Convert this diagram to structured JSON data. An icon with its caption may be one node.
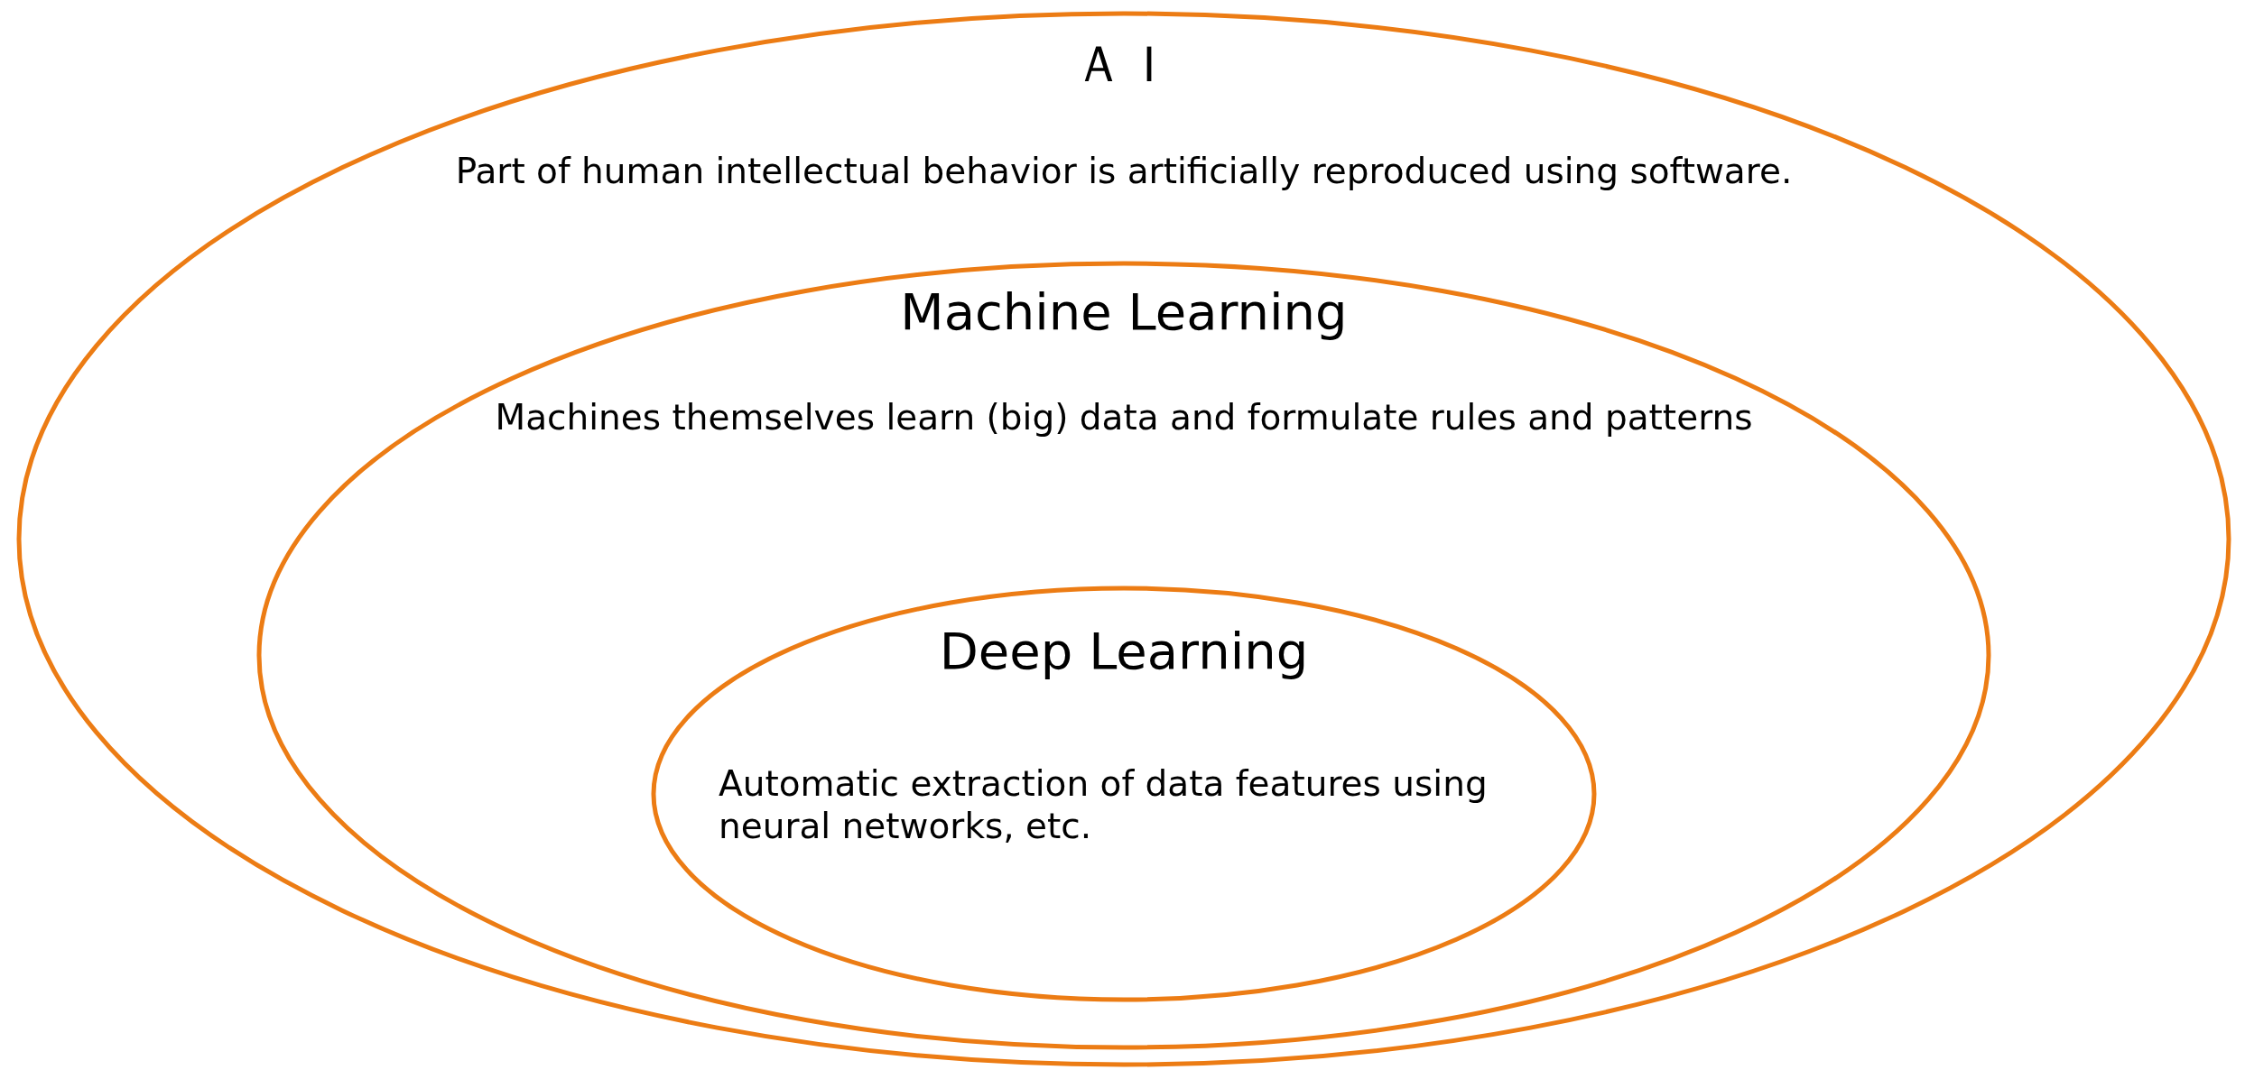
{
  "diagram": {
    "nodes": [
      {
        "text": [
          "ＡＩ",
          "Part of human intellectual behavior is artificially reproduced using software."
        ]
      },
      {
        "text": [
          "Machine Learning",
          "Machines themselves learn (big) data and formulate rules and patterns"
        ],
        "in": 0
      },
      {
        "text": [
          "Deep Learning",
          "Automatic extraction of data features using neural networks, etc."
        ],
        "in": 1
      }
    ]
  }
}
